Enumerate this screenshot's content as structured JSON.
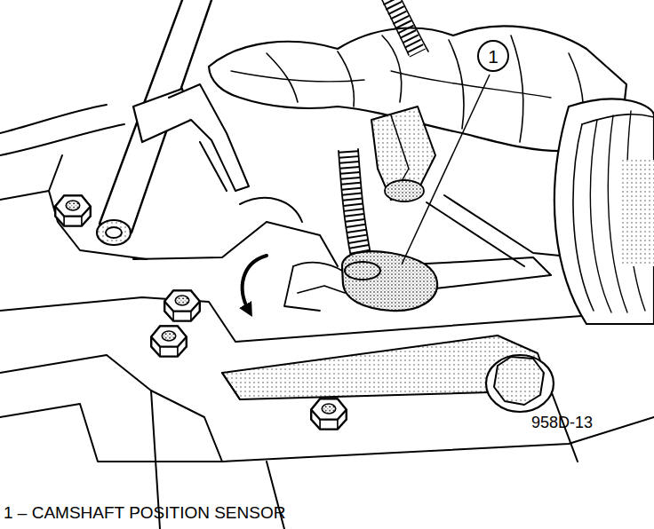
{
  "diagram": {
    "nodes": [
      {
        "text": [
          "1"
        ]
      }
    ],
    "labels": [
      "958D-13",
      "1 – CAMSHAFT POSITION SENSOR"
    ]
  }
}
